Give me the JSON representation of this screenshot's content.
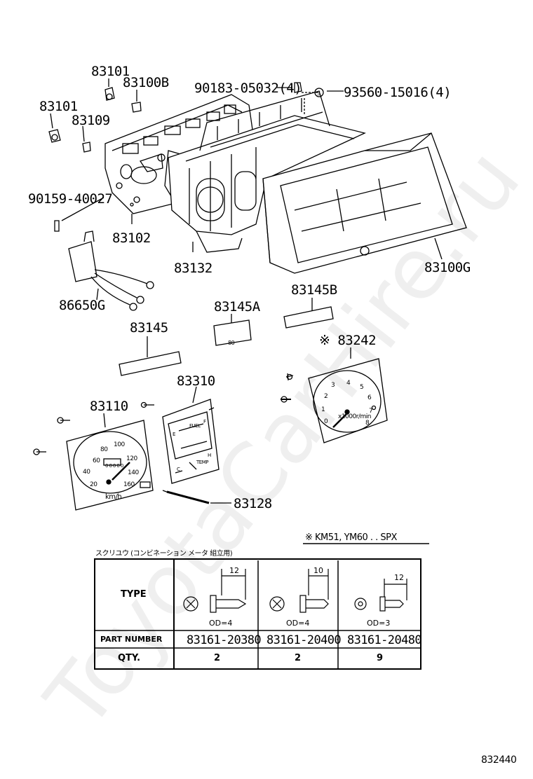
{
  "labels": {
    "p83101a": "83101",
    "p83100b": "83100B",
    "p83101b": "83101",
    "p83109": "83109",
    "p90183": "90183-05032(4)",
    "p93560": "93560-15016(4)",
    "p90159": "90159-40027",
    "p83102": "83102",
    "p83132": "83132",
    "p83100g": "83100G",
    "p86650g": "86650G",
    "p83145b": "83145B",
    "p83145a": "83145A",
    "p83145": "83145",
    "p83242": "※ 83242",
    "p83310": "83310",
    "p83110": "83110",
    "p83128": "83128"
  },
  "note": "※ KM51, YM60 . . SPX",
  "table_caption": "スクリユウ (コンビネーション メータ 組立用)",
  "table": {
    "type_label": "TYPE",
    "part_label": "PART NUMBER",
    "qty_label": "QTY.",
    "columns": [
      {
        "dim": "12",
        "od": "OD=4",
        "part": "83161-20380",
        "qty": "2"
      },
      {
        "dim": "10",
        "od": "OD=4",
        "part": "83161-20400",
        "qty": "2"
      },
      {
        "dim": "12",
        "od": "OD=3",
        "part": "83161-20480",
        "qty": "9"
      }
    ]
  },
  "speedometer": {
    "ticks": [
      "20",
      "40",
      "60",
      "80",
      "100",
      "120",
      "140",
      "160"
    ],
    "unit": "km/h",
    "odo": "00000"
  },
  "tachometer": {
    "ticks": [
      "0",
      "1",
      "2",
      "3",
      "4",
      "5",
      "6",
      "7",
      "8"
    ],
    "unit": "x1000r/min"
  },
  "gauge": {
    "fuel": "FUEL",
    "temp": "TEMP",
    "f": "F",
    "e": "E",
    "h": "H",
    "c": "C"
  },
  "strip_83145a_text": "80",
  "diagram_id": "832440",
  "watermark": "ToyotaCarHire.ru"
}
